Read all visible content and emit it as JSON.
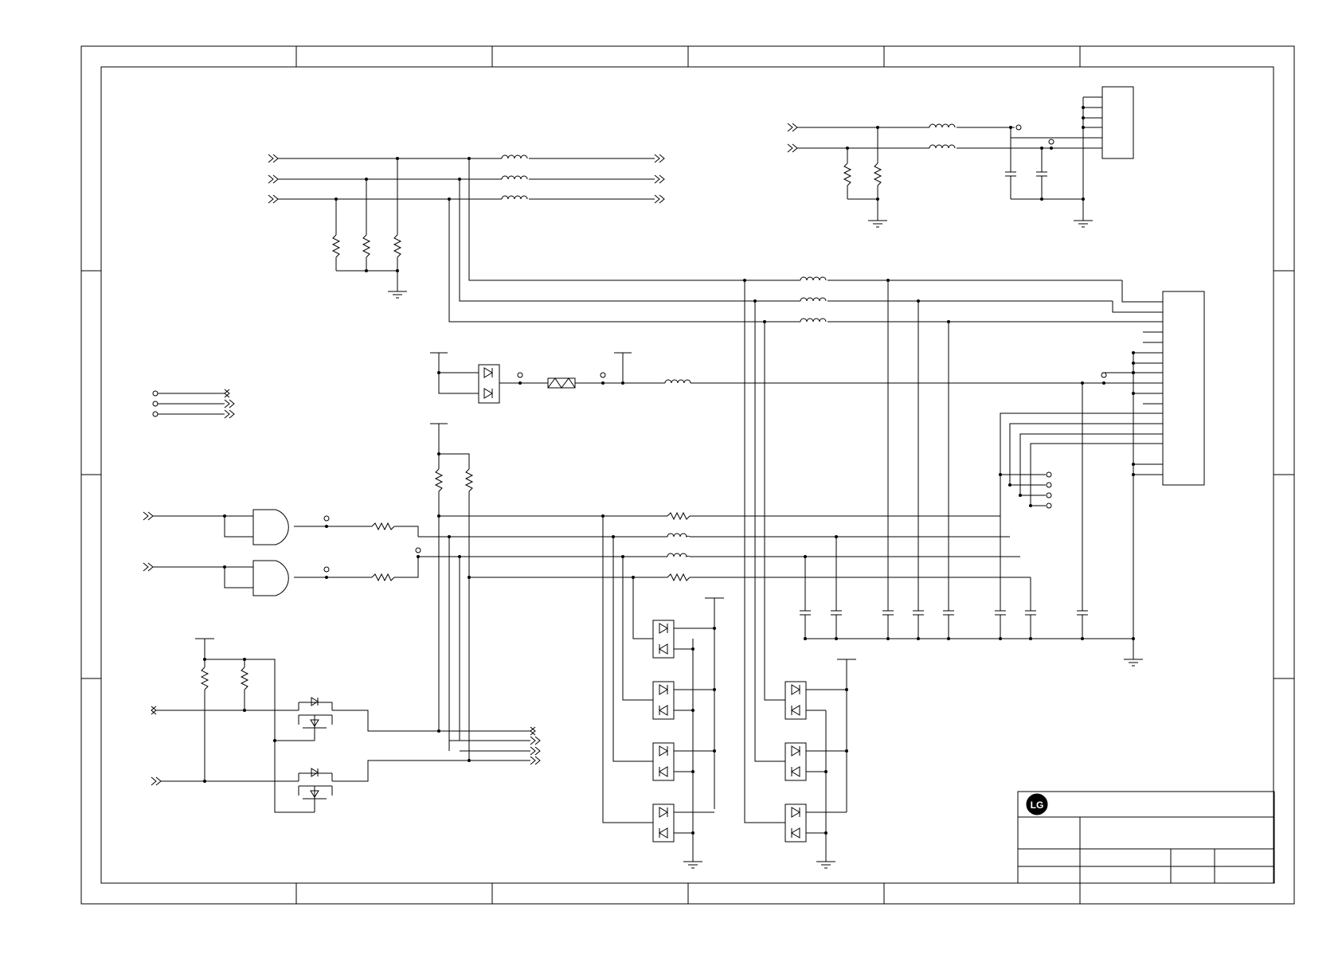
{
  "diagram": {
    "type": "electrical-schematic",
    "ink_color": "#000000",
    "paper_color": "#ffffff",
    "frame_color": "#000000",
    "logo": {
      "name": "lg-logo",
      "text": "LG"
    },
    "title_block": {
      "title": "",
      "doc_no": "",
      "sheet": "",
      "rev": "",
      "date": ""
    },
    "components": {
      "resistors": 15,
      "inductors": 9,
      "capacitors": 10,
      "and_gates": 2,
      "mosfets": 2,
      "diode_arrays": 12,
      "connectors": 2,
      "ferrite_beads": 1
    },
    "footer_text": ""
  }
}
